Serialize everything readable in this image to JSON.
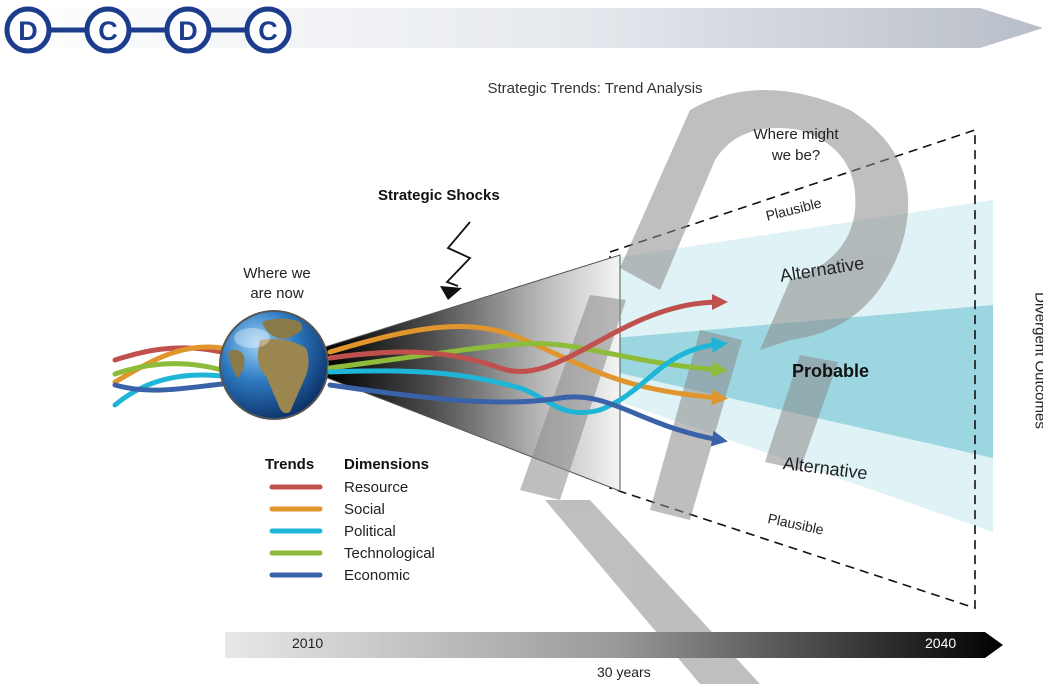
{
  "title": "Strategic Trends: Trend Analysis",
  "logo": {
    "letters": [
      "D",
      "C",
      "D",
      "C"
    ],
    "color": "#1c3c8c",
    "banner_color": "#c9ced6"
  },
  "start": {
    "label": "Where we are now",
    "line1": "Where we",
    "line2": "are now"
  },
  "shocks": {
    "label": "Strategic Shocks"
  },
  "future": {
    "question_line1": "Where might",
    "question_line2": "we be?"
  },
  "outcomes": {
    "plausible_top": "Plausible",
    "alternative_top": "Alternative",
    "probable": "Probable",
    "alternative_bottom": "Alternative",
    "plausible_bottom": "Plausible",
    "side_label": "Divergent Outcomes"
  },
  "legend": {
    "trends_header": "Trends",
    "dimensions_header": "Dimensions",
    "items": [
      {
        "label": "Resource",
        "color": "#c0504d"
      },
      {
        "label": "Social",
        "color": "#e0962c"
      },
      {
        "label": "Political",
        "color": "#1fb5d6"
      },
      {
        "label": "Technological",
        "color": "#8dbb3a"
      },
      {
        "label": "Economic",
        "color": "#3a62a8"
      }
    ]
  },
  "timeline": {
    "start_year": "2010",
    "end_year": "2040",
    "span": "30 years"
  },
  "colors": {
    "cone_teal": "#4cb6c9",
    "watermark": "#8a8a8a"
  }
}
